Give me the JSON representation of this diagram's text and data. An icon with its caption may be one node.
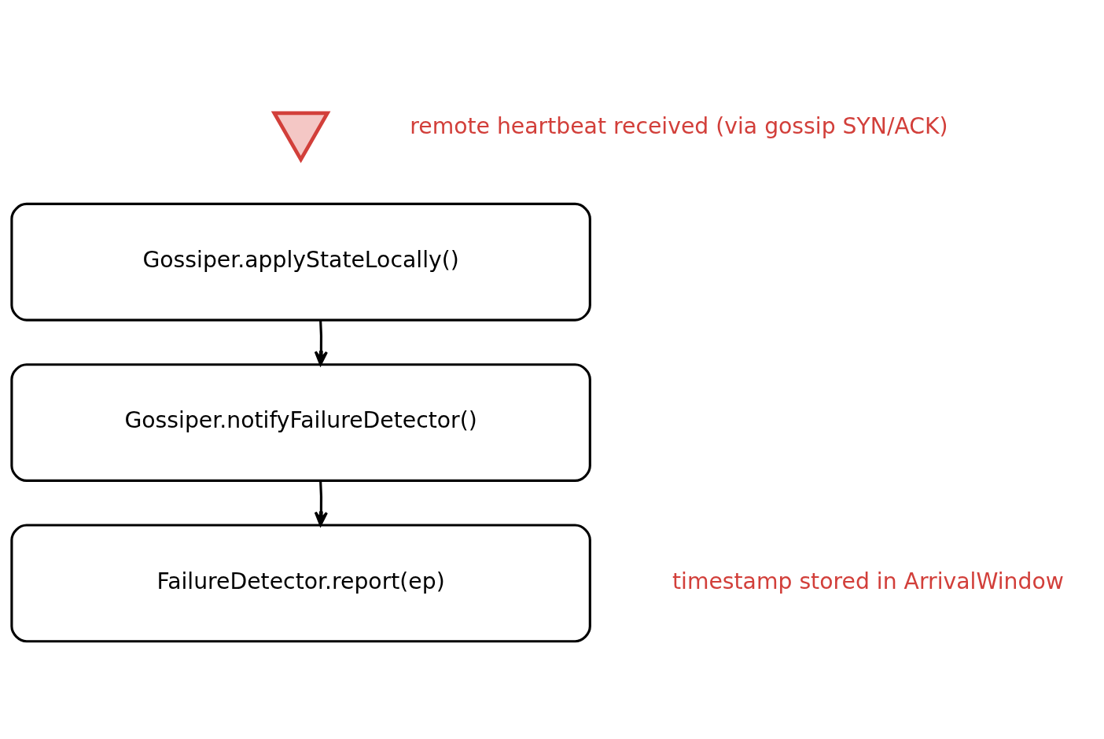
{
  "diagram": {
    "nodes": [
      {
        "text": [],
        "shape": "picture",
        "beside": [
          "remote heartbeat received (via gossip SYN/ACK)"
        ]
      },
      {
        "text": [
          "Gossiper.applyStateLocally()"
        ]
      },
      {
        "text": [
          "Gossiper.notifyFailureDetector()"
        ]
      },
      {
        "text": [
          "FailureDetector.report(ep)"
        ],
        "beside": [
          "timestamp stored in ArrivalWindow"
        ]
      }
    ],
    "edges": [
      {
        "from": 1,
        "to": 2,
        "arrow": "to"
      },
      {
        "from": 2,
        "to": 3,
        "arrow": "to"
      }
    ]
  }
}
